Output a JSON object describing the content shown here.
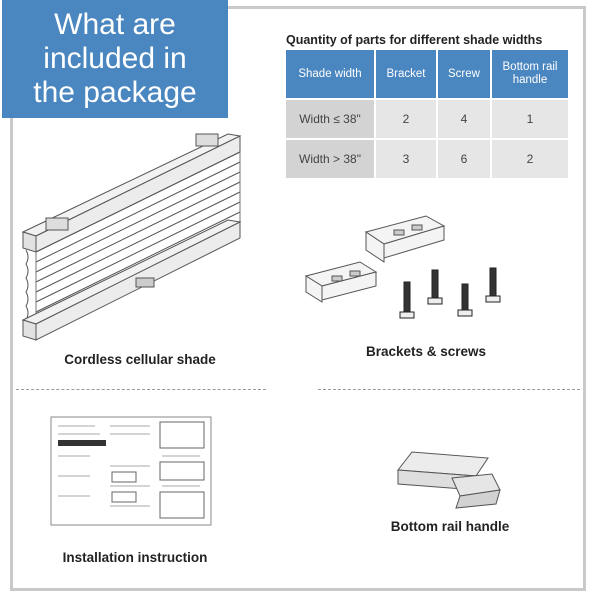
{
  "title": {
    "line1": "What are",
    "line2": "included in",
    "line3": "the package"
  },
  "table": {
    "title": "Quantity of parts for different shade widths",
    "headers": [
      "Shade width",
      "Bracket",
      "Screw",
      "Bottom rail handle"
    ],
    "rows": [
      [
        "Width ≤ 38\"",
        "2",
        "4",
        "1"
      ],
      [
        "Width > 38\"",
        "3",
        "6",
        "2"
      ]
    ]
  },
  "items": {
    "shade": "Cordless cellular shade",
    "brackets": "Brackets & screws",
    "instruction": "Installation instruction",
    "handle": "Bottom rail handle"
  },
  "colors": {
    "accent": "#4a86bf",
    "header_cell": "#4a86bf",
    "body_cell": "#e6e6e6",
    "row_head_cell": "#d3d3d3",
    "frame": "#c9c9c9"
  }
}
